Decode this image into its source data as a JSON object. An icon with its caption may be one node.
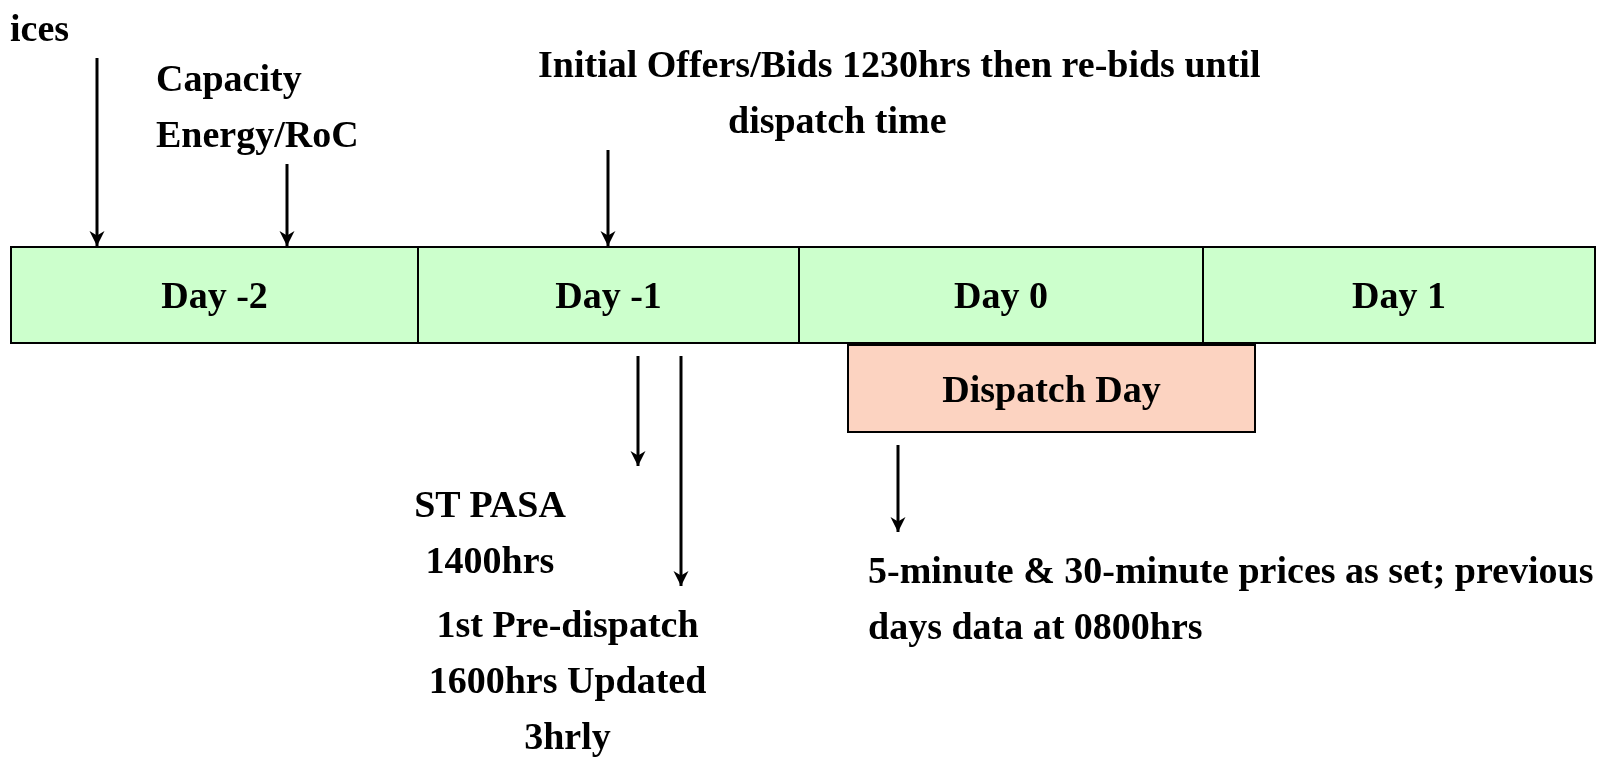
{
  "diagram": {
    "nodes": [
      {
        "text": [
          "ices"
        ]
      },
      {
        "text": [
          "Capacity Energy/RoC"
        ]
      },
      {
        "text": [
          "Initial Offers/Bids 1230hrs then re-bids until dispatch time"
        ]
      },
      {
        "text": [
          "Day -2"
        ]
      },
      {
        "text": [
          "Day -1"
        ]
      },
      {
        "text": [
          "Day 0"
        ]
      },
      {
        "text": [
          "Day 1"
        ]
      },
      {
        "text": [
          "Dispatch Day"
        ]
      },
      {
        "text": [
          "ST PASA 1400hrs"
        ]
      },
      {
        "text": [
          "1st Pre-dispatch 1600hrs Updated 3hrly"
        ]
      },
      {
        "text": [
          "5-minute & 30-minute prices as set; previous days data at 0800hrs"
        ]
      }
    ],
    "edges": [
      {
        "from": 0,
        "to": 3,
        "arrow": "to"
      },
      {
        "from": 1,
        "to": 3,
        "arrow": "to"
      },
      {
        "from": 2,
        "to": 4,
        "arrow": "to"
      },
      {
        "from": 4,
        "to": 8,
        "arrow": "to"
      },
      {
        "from": 4,
        "to": 9,
        "arrow": "to"
      },
      {
        "from": 7,
        "to": 10,
        "arrow": "to"
      }
    ]
  }
}
